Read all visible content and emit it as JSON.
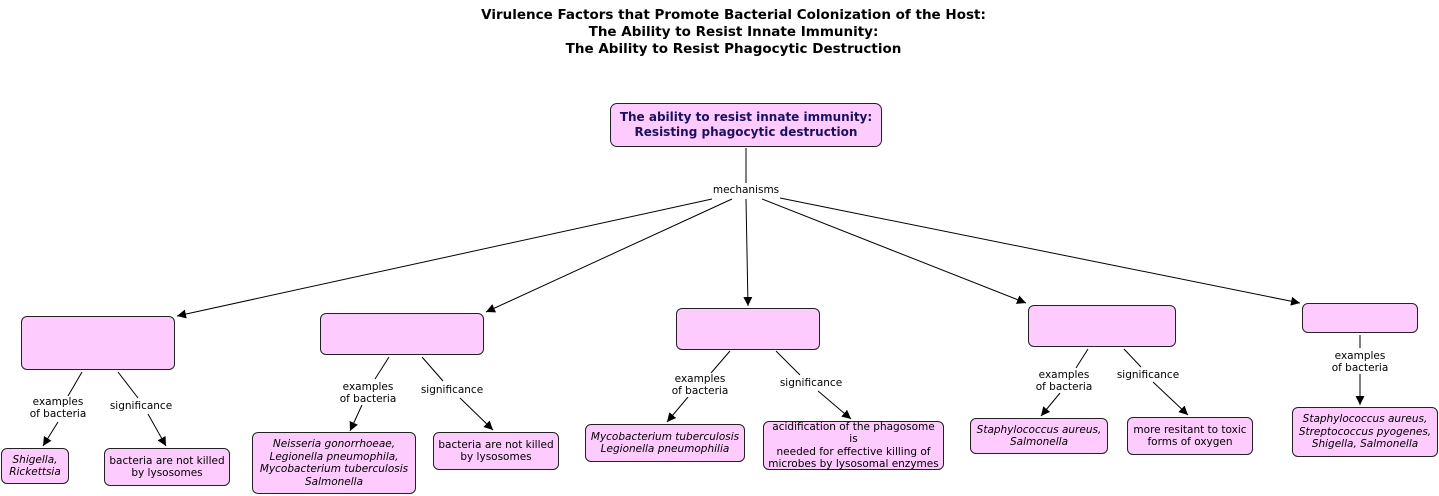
{
  "title": {
    "line1": "Virulence Factors that Promote Bacterial Colonization of the Host:",
    "line2": "The Ability to Resist Innate Immunity:",
    "line3": "The Ability to Resist Phagocytic Destruction"
  },
  "root": {
    "line1": "The ability to resist innate immunity:",
    "line2": "Resisting phagocytic destruction"
  },
  "link_labels": {
    "mechanisms": "mechanisms",
    "examples_line1": "examples",
    "examples_line2": "of bacteria",
    "significance": "significance"
  },
  "mechanisms": [
    {
      "label": ""
    },
    {
      "label": ""
    },
    {
      "label": ""
    },
    {
      "label": ""
    },
    {
      "label": ""
    }
  ],
  "examples": {
    "m1": [
      "Shigella,",
      "Rickettsia"
    ],
    "m2": [
      "Neisseria gonorrhoeae,",
      "Legionella pneumophila,",
      "Mycobacterium tuberculosis",
      "Salmonella"
    ],
    "m3": [
      "Mycobacterium tuberculosis",
      "Legionella pneumophilia"
    ],
    "m4": [
      "Staphylococcus aureus,",
      "Salmonella"
    ],
    "m5": [
      "Staphylococcus aureus,",
      "Streptococcus pyogenes,",
      "Shigella, Salmonella"
    ]
  },
  "significance": {
    "m1": [
      "bacteria are not killed",
      "by lysosomes"
    ],
    "m2": [
      "bacteria are not killed",
      "by lysosomes"
    ],
    "m3": [
      "acidification of the phagosome is",
      "needed for effective killing of",
      "microbes by lysosomal enzymes"
    ],
    "m4": [
      "more resitant to toxic",
      "forms of oxygen"
    ]
  }
}
